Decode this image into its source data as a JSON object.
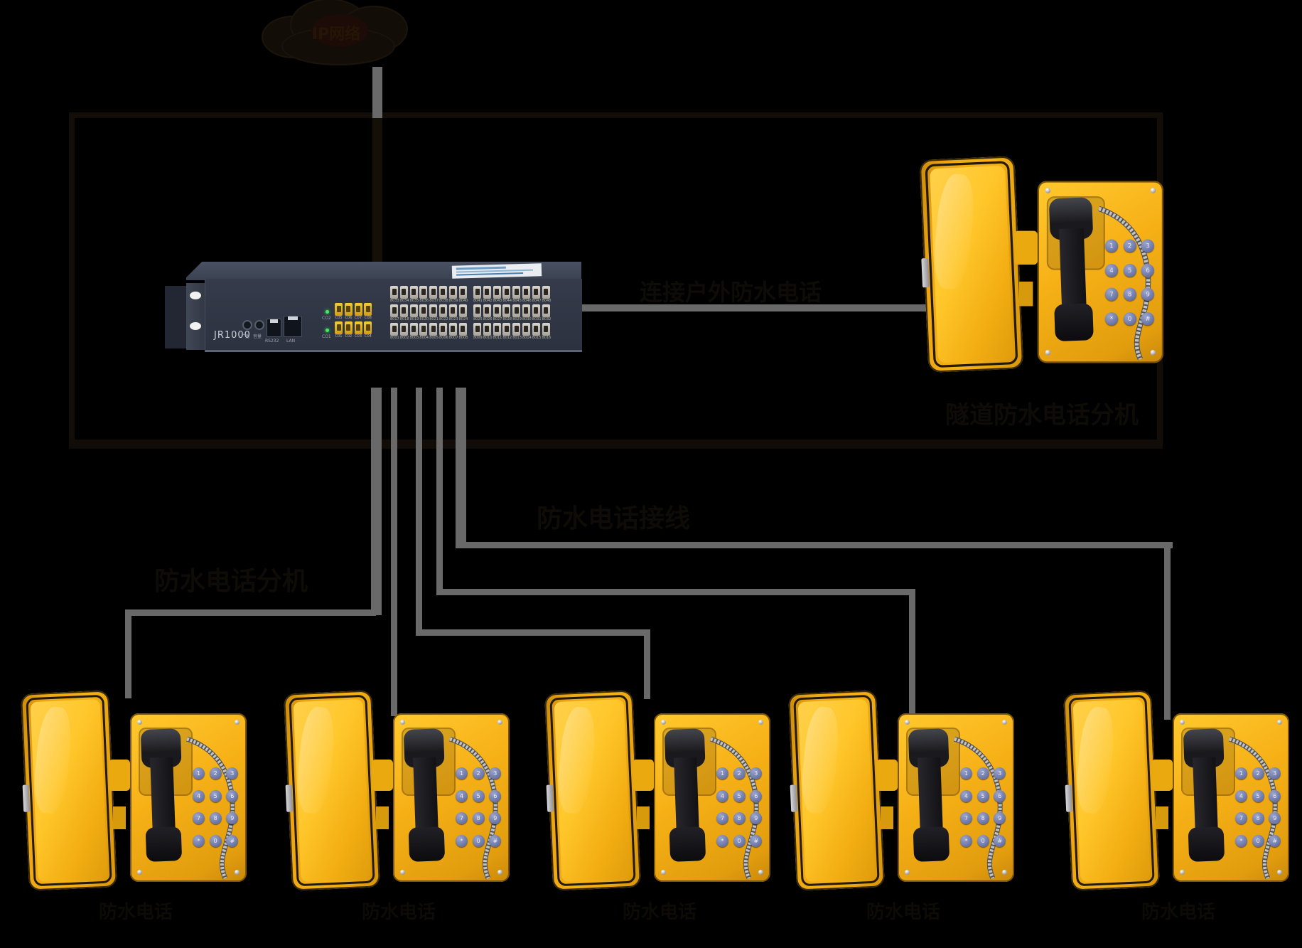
{
  "colors": {
    "background": "#000000",
    "cable_gray": "#696969",
    "device_navy": "#2e3442",
    "phone_yellow": "#f5b316",
    "cover_inner_yellow": "#ffc72b",
    "keypad_blue": "#6b77a8",
    "led_green": "#3ef05a",
    "annotation_dark": "#0f0b07"
  },
  "cloud": {
    "label": "IP网络"
  },
  "device": {
    "model": "JR1000",
    "controls": {
      "jack1": "广播",
      "jack2": "音量",
      "port1": "RS232",
      "port2": "LAN",
      "led_top": "CO2",
      "led_bottom": "CO1"
    },
    "co_rows": [
      [
        "C05",
        "C06",
        "C07",
        "C08"
      ],
      [
        "C01",
        "C02",
        "C03",
        "C04"
      ]
    ],
    "bank1_rows": [
      [
        "8033",
        "8034",
        "8035",
        "8036",
        "8037",
        "8038",
        "8039",
        "8040"
      ],
      [
        "8017",
        "8018",
        "8019",
        "8020",
        "8021",
        "8022",
        "8023",
        "8024"
      ],
      [
        "8001",
        "8002",
        "8003",
        "8004",
        "8005",
        "8006",
        "8007",
        "8008"
      ]
    ],
    "bank2_rows": [
      [
        "8041",
        "8042",
        "8043",
        "8044",
        "8045",
        "8046",
        "8047",
        "8048"
      ],
      [
        "8025",
        "8026",
        "8027",
        "8028",
        "8029",
        "8030",
        "8031",
        "8032"
      ],
      [
        "8009",
        "8010",
        "8011",
        "8012",
        "8013",
        "8014",
        "8015",
        "8016"
      ]
    ]
  },
  "labels": {
    "trunk": "连接户外防水电话",
    "right_group": "隧道防水电话分机",
    "junction": "防水电话接线",
    "left_group": "防水电话分机"
  },
  "keypad": [
    "1",
    "2",
    "3",
    "4",
    "5",
    "6",
    "7",
    "8",
    "9",
    "*",
    "0",
    "#"
  ],
  "phones": {
    "top_right": {
      "caption": ""
    },
    "bottom": [
      {
        "caption": "防水电话"
      },
      {
        "caption": "防水电话"
      },
      {
        "caption": "防水电话"
      },
      {
        "caption": "防水电话"
      },
      {
        "caption": "防水电话"
      }
    ]
  }
}
